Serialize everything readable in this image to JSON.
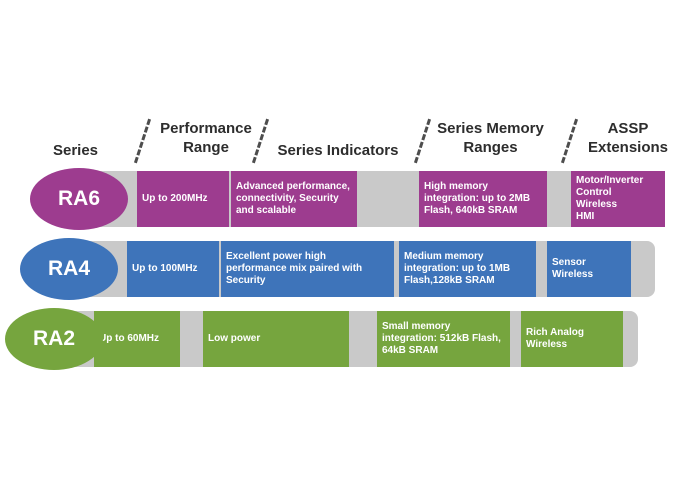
{
  "diagram": {
    "headers": [
      {
        "label": "Series"
      },
      {
        "label": "Performance\nRange"
      },
      {
        "label": "Series Indicators"
      },
      {
        "label": "Series Memory\nRanges"
      },
      {
        "label": "ASSP\nExtensions"
      }
    ],
    "colors": {
      "ra6": "#9d3c8f",
      "ra4": "#3e74ba",
      "ra2": "#76a53e",
      "bar_gray": "#c9c9c9"
    },
    "rows": [
      {
        "series": "RA6",
        "performance_range": "Up to 200MHz",
        "series_indicators": "Advanced performance, connectivity, Security and scalable",
        "memory_ranges": "High memory integration: up to 2MB Flash, 640kB SRAM",
        "assp_extensions": "Motor/Inverter\nControl\nWireless\nHMI"
      },
      {
        "series": "RA4",
        "performance_range": "Up to 100MHz",
        "series_indicators": "Excellent power high performance mix paired with Security",
        "memory_ranges": "Medium memory integration: up to 1MB Flash,128kB SRAM",
        "assp_extensions": "Sensor\nWireless"
      },
      {
        "series": "RA2",
        "performance_range": "Up to 60MHz",
        "series_indicators": "Low power",
        "memory_ranges": "Small memory integration: 512kB Flash, 64kB SRAM",
        "assp_extensions": "Rich Analog\nWireless"
      }
    ]
  }
}
